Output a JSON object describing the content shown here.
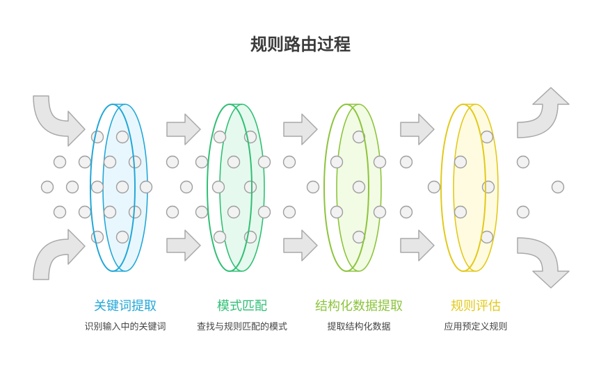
{
  "title": "规则路由过程",
  "stages": [
    {
      "title": "关键词提取",
      "description": "识别输入中的关键词",
      "color": "#22a7d8",
      "fill": "#e8f7fd"
    },
    {
      "title": "模式匹配",
      "description": "查找与规则匹配的模式",
      "color": "#2fbf74",
      "fill": "#e6f9ee"
    },
    {
      "title": "结构化数据提取",
      "description": "提取结构化数据",
      "color": "#8cc43c",
      "fill": "#f2fbe4"
    },
    {
      "title": "规则评估",
      "description": "应用预定义规则",
      "color": "#e2c91a",
      "fill": "#fffbe0"
    }
  ],
  "dot_color": "#cfcfcf",
  "arrow_color": "#e6e6e6"
}
